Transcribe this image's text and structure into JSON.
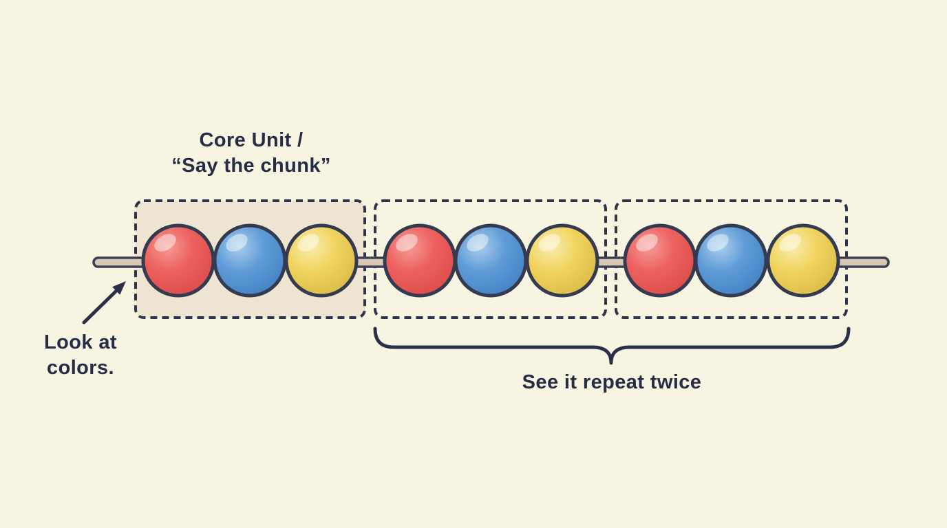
{
  "canvas": {
    "background": "#F8F4E2",
    "description": "Bead pattern teaching diagram: one core unit of red-blue-yellow beads repeated three times on a rod"
  },
  "labels": {
    "core_unit_line1": "Core Unit /",
    "core_unit_line2": "“Say the chunk”",
    "look_at_line1": "Look at",
    "look_at_line2": "colors.",
    "repeat_caption": "See it repeat twice"
  },
  "colors": {
    "text": "#262C44",
    "bead_outline": "#343A50",
    "box_stroke": "#2E3348",
    "core_box_fill": "#EDE5D1",
    "rod_fill": "#D8C8B4",
    "rod_stroke": "#3A4054"
  },
  "beads": {
    "unit_sequence": [
      "red",
      "blue",
      "yellow"
    ],
    "group_count": 3,
    "palette": {
      "red": {
        "light": "#F59B97",
        "main": "#EC615E",
        "dark": "#DB4B49"
      },
      "blue": {
        "light": "#A9CEEC",
        "main": "#5F9BD7",
        "dark": "#4180C2"
      },
      "yellow": {
        "light": "#F9ECAE",
        "main": "#F0D45F",
        "dark": "#D9B947"
      }
    }
  }
}
